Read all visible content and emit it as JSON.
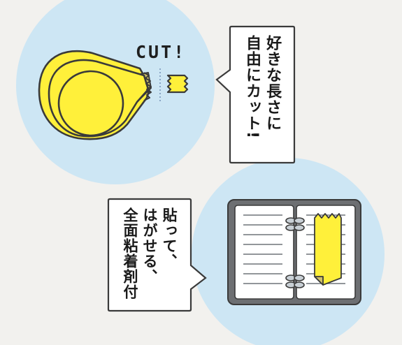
{
  "colors": {
    "background": "#f2f1ee",
    "circle": "#cde6f4",
    "tape_yellow": "#fff03a",
    "tape_shadow": "#cfc06a",
    "outline": "#3a3a3a",
    "notebook_cover": "#6d6f72",
    "notebook_page": "#ffffff",
    "ring": "#c9d0d6",
    "bubble_fill": "#ffffff"
  },
  "cut_text": "CUT!",
  "top_bubble": {
    "lines": [
      "好きな長さに",
      "自由にカット!"
    ]
  },
  "bottom_bubble": {
    "lines": [
      "貼って、",
      "はがせる、",
      "全面粘着剤付"
    ]
  },
  "icons": {
    "tape_roll": "tape-roll-icon",
    "tape_piece": "tape-piece-icon",
    "notebook": "notebook-icon",
    "sticky_note": "sticky-note-icon"
  }
}
